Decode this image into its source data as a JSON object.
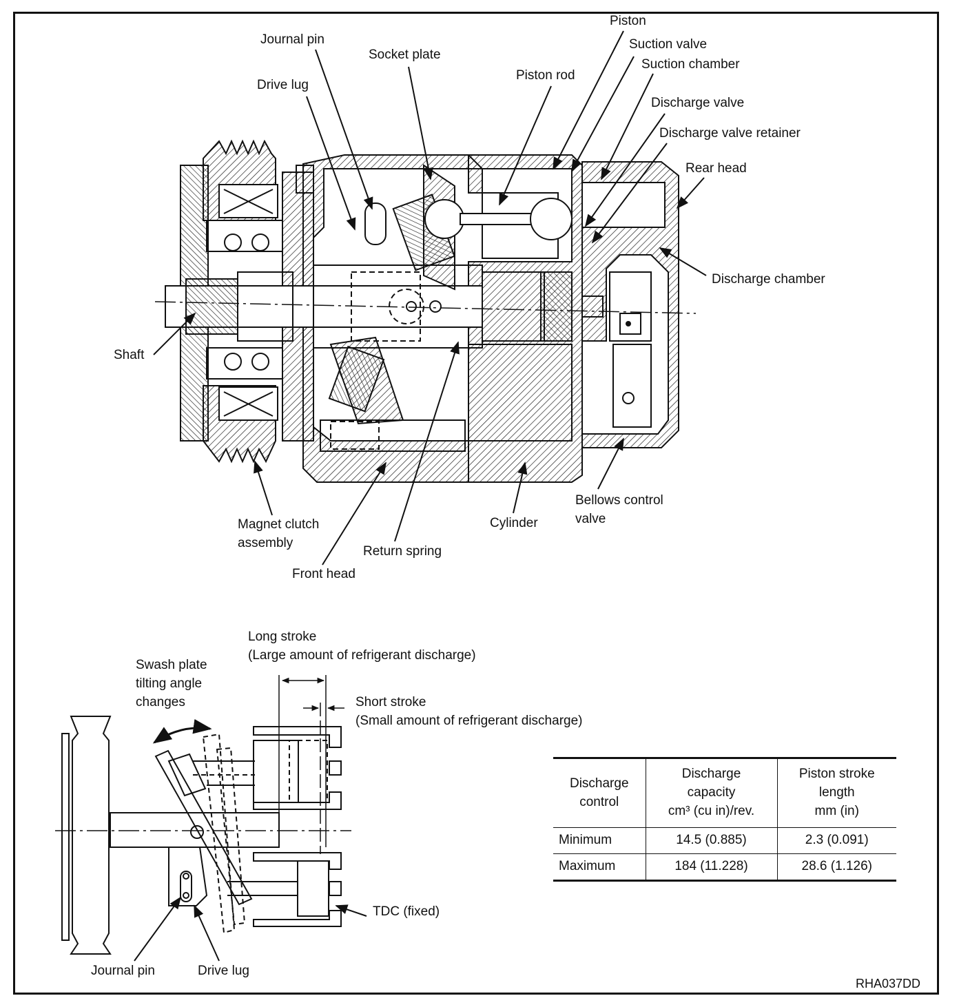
{
  "labels": {
    "journal_pin_top": "Journal pin",
    "socket_plate": "Socket plate",
    "drive_lug_top": "Drive lug",
    "piston_rod": "Piston rod",
    "piston": "Piston",
    "suction_valve": "Suction valve",
    "suction_chamber": "Suction chamber",
    "discharge_valve": "Discharge valve",
    "discharge_valve_retainer": "Discharge valve retainer",
    "rear_head": "Rear head",
    "discharge_chamber": "Discharge chamber",
    "shaft": "Shaft",
    "magnet_clutch_assembly": "Magnet clutch\nassembly",
    "front_head": "Front head",
    "return_spring": "Return spring",
    "cylinder": "Cylinder",
    "bellows_control_valve": "Bellows control\nvalve",
    "long_stroke": "Long stroke\n(Large amount of refrigerant discharge)",
    "short_stroke": "Short stroke\n(Small amount of refrigerant discharge)",
    "swash_plate": "Swash plate\ntilting angle\nchanges",
    "tdc_fixed": "TDC (fixed)",
    "journal_pin_bottom": "Journal pin",
    "drive_lug_bottom": "Drive lug",
    "figure_code": "RHA037DD"
  },
  "table": {
    "headers": [
      "Discharge\ncontrol",
      "Discharge\ncapacity\ncm³ (cu in)/rev.",
      "Piston stroke\nlength\nmm (in)"
    ],
    "rows": [
      {
        "control": "Minimum",
        "capacity": "14.5 (0.885)",
        "stroke": "2.3 (0.091)"
      },
      {
        "control": "Maximum",
        "capacity": "184 (11.228)",
        "stroke": "28.6 (1.126)"
      }
    ]
  }
}
